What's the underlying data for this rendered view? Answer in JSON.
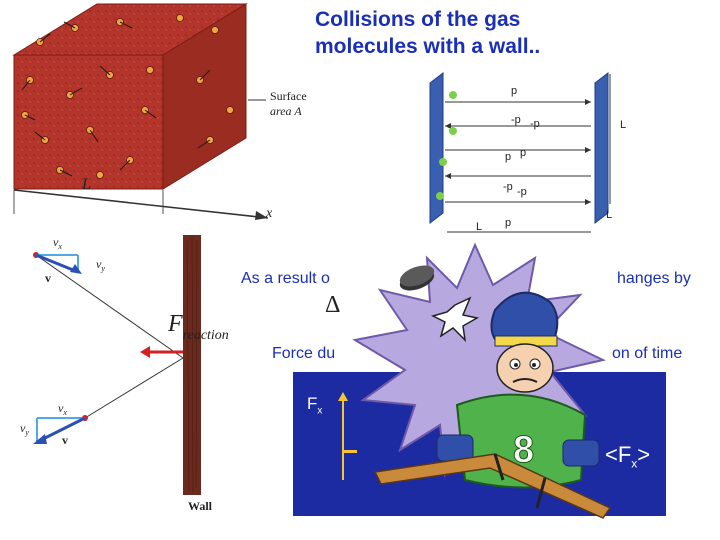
{
  "title": "Collisions of the gas molecules with a wall..",
  "box": {
    "surface_label_1": "Surface",
    "surface_label_2": "area A",
    "length_label": "L",
    "x_label": "x"
  },
  "chamber": {
    "labels": [
      "p",
      "-p",
      "-p",
      "p",
      "p",
      "-p",
      "-p",
      "p"
    ],
    "length_labels": [
      "L",
      "L",
      "L"
    ]
  },
  "collision": {
    "vx": "v",
    "vx_sub": "x",
    "vy": "v",
    "vy_sub": "y",
    "v": "v",
    "f_main": "F",
    "f_sub": "reaction",
    "wall_label": "Wall"
  },
  "text": {
    "line1_left": "As a result o",
    "line1_right": "hanges by",
    "line2_left": "Force du",
    "line2_right": "on of time"
  },
  "panel": {
    "fx": "F",
    "fx_sub": "x",
    "avg_open": "<F",
    "avg_sub": "x",
    "avg_close": ">"
  },
  "colors": {
    "title": "#1a2fb5",
    "box_red": "#b2342a",
    "panel_blue": "#1d2ba3",
    "arrow_red": "#d62020",
    "wall_brown": "#6b2a1e"
  }
}
